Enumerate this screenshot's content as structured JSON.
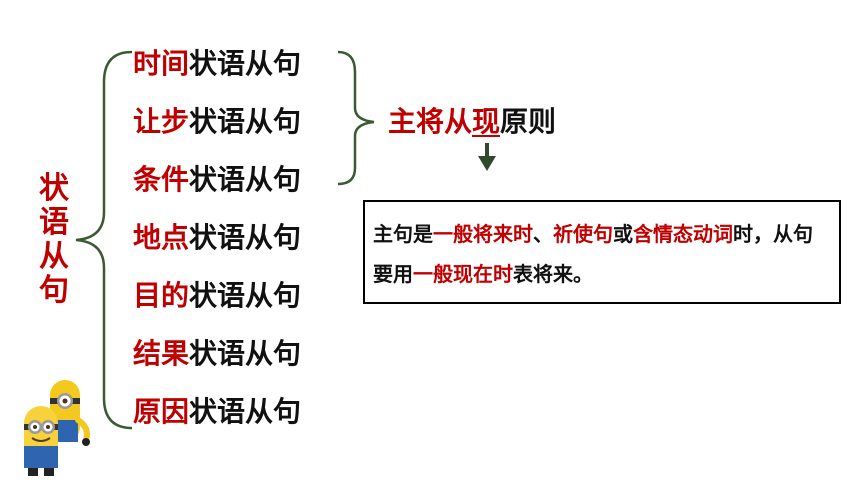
{
  "category": {
    "chars": [
      "状",
      "语",
      "从",
      "句"
    ]
  },
  "clauses": [
    {
      "highlight": "时间",
      "rest": "状语从句"
    },
    {
      "highlight": "让步",
      "rest": "状语从句"
    },
    {
      "highlight": "条件",
      "rest": "状语从句"
    },
    {
      "highlight": "地点",
      "rest": "状语从句"
    },
    {
      "highlight": "目的",
      "rest": "状语从句"
    },
    {
      "highlight": "结果",
      "rest": "状语从句"
    },
    {
      "highlight": "原因",
      "rest": "状语从句"
    }
  ],
  "principle": {
    "part1": "主将从",
    "part2": "现",
    "part3": "原则"
  },
  "rule": {
    "s1": "主句是",
    "s2": "一般将来时",
    "s3": "、",
    "s4": "祈使句",
    "s5": "或",
    "s6": "含情态动词",
    "s7": "时，从句要用",
    "s8": "一般现在时",
    "s9": "表将来。"
  },
  "colors": {
    "highlight": "#c00000",
    "text": "#111111",
    "bracket": "#3a5a32",
    "arrow": "#2f4a2a"
  }
}
